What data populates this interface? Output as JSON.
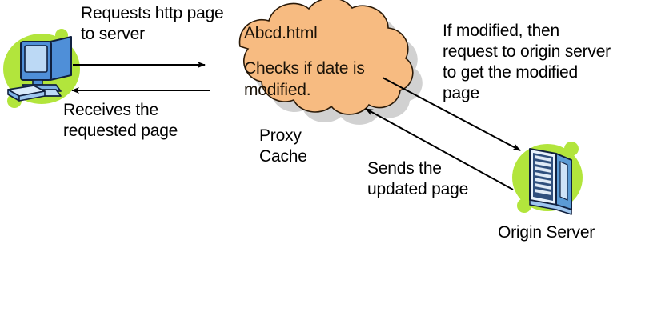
{
  "diagram": {
    "title": "Proxy Cache HTTP request flow",
    "colors": {
      "cloud_fill": "#f7bb81",
      "cloud_stroke": "#2b1a08",
      "cloud_shadow": "#9c9c9c",
      "blob_green": "#b2e53c",
      "server_blue": "#5b9bd5",
      "server_light": "#cfe3f7",
      "monitor_blue": "#4f8fd8",
      "screen_blue": "#bcd9f5",
      "outline": "#1b2a4a",
      "text": "#000000",
      "background": "#ffffff"
    },
    "nodes": [
      {
        "id": "client",
        "icon": "desktop-computer-icon",
        "label": ""
      },
      {
        "id": "proxy",
        "icon": "cloud-icon",
        "label": "Proxy\nCache",
        "inner_lines": [
          "Abcd.html",
          "Checks if date is\nmodified."
        ]
      },
      {
        "id": "origin",
        "icon": "server-rack-icon",
        "label": "Origin Server"
      }
    ],
    "annotations": [
      {
        "id": "client-to-proxy",
        "text": "Requests http page\nto server"
      },
      {
        "id": "proxy-to-client",
        "text": "Receives the\nrequested page"
      },
      {
        "id": "proxy-to-origin",
        "text": "If modified, then\nrequest to origin server\nto get the modified\npage"
      },
      {
        "id": "origin-to-proxy",
        "text": "Sends the\nupdated page"
      }
    ],
    "arrows": [
      {
        "id": "arrow-client-to-proxy",
        "direction": "right"
      },
      {
        "id": "arrow-proxy-to-client",
        "direction": "left"
      },
      {
        "id": "arrow-proxy-to-origin",
        "direction": "down-right"
      },
      {
        "id": "arrow-origin-to-proxy",
        "direction": "up-left"
      }
    ]
  }
}
